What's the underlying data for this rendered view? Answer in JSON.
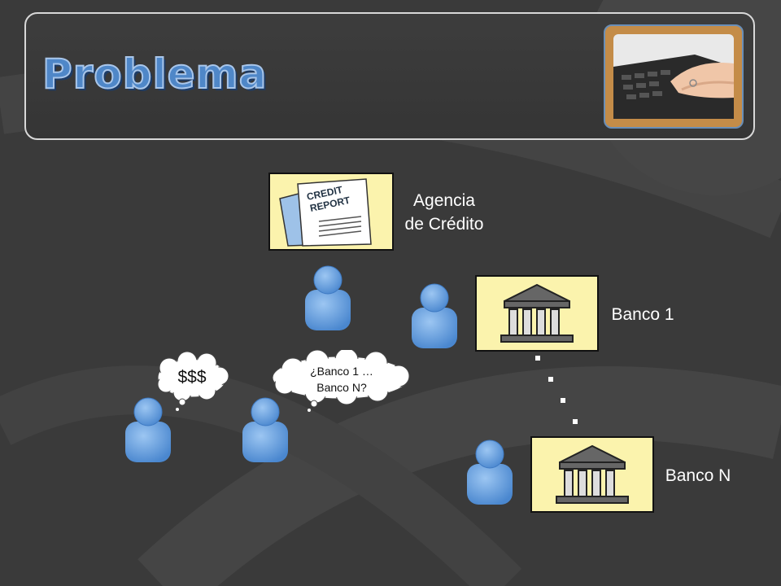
{
  "slide": {
    "title": "Problema",
    "credit_agency_label": "Agencia\nde Crédito",
    "bank_1_label": "Banco 1",
    "bank_n_label": "Banco N",
    "cloud_money": "$$$",
    "cloud_question": "¿Banco 1 …\nBanco N?",
    "colors": {
      "background": "#3a3a3a",
      "title": "#4f87c8",
      "person": "#5b9be0",
      "bank_box": "#fbf3ad"
    },
    "icons": [
      "credit-report-icon",
      "bank-icon",
      "person-icon",
      "thought-cloud-icon",
      "typing-hands-photo"
    ]
  }
}
